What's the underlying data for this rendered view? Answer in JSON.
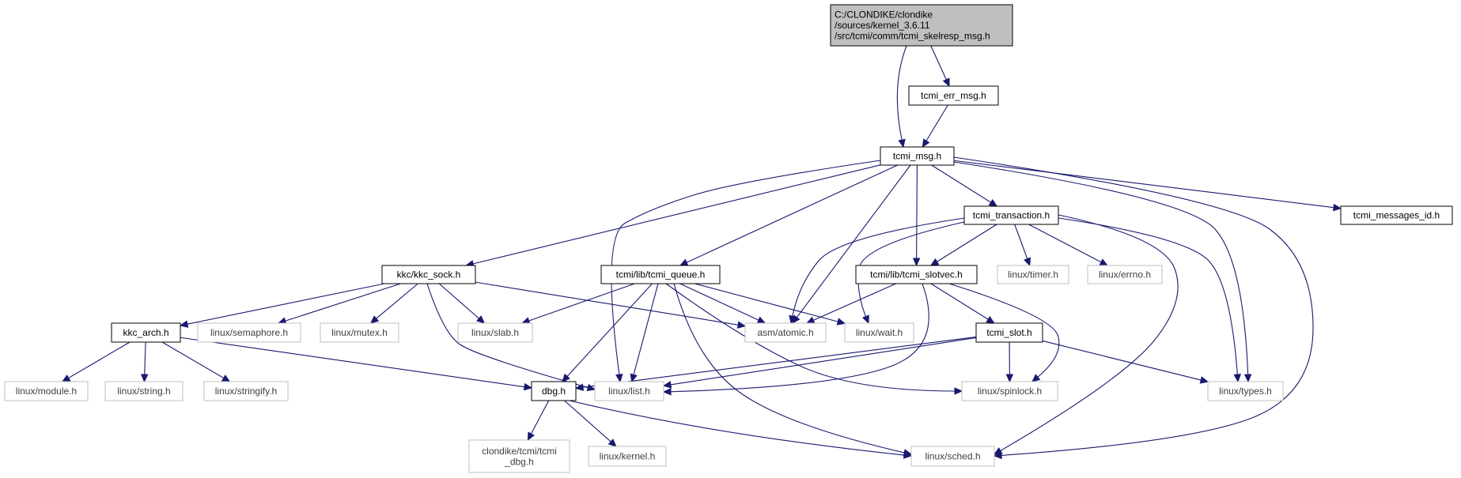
{
  "graph": {
    "colors": {
      "edge": "#191970",
      "documented_border": "#000000",
      "external_border": "#bfbfbf",
      "root_fill": "#bfbfbf",
      "external_text": "#404040"
    },
    "nodes": [
      {
        "id": "root",
        "kind": "root",
        "lines": [
          "C:/CLONDIKE/clondike",
          "/sources/kernel_3.6.11",
          "/src/tcmi/comm/tcmi_skelresp_msg.h"
        ]
      },
      {
        "id": "tcmi_err_msg",
        "kind": "doc",
        "lines": [
          "tcmi_err_msg.h"
        ]
      },
      {
        "id": "tcmi_msg",
        "kind": "doc",
        "lines": [
          "tcmi_msg.h"
        ]
      },
      {
        "id": "tcmi_transaction",
        "kind": "doc",
        "lines": [
          "tcmi_transaction.h"
        ]
      },
      {
        "id": "tcmi_messages_id",
        "kind": "doc",
        "lines": [
          "tcmi_messages_id.h"
        ]
      },
      {
        "id": "kkc_sock",
        "kind": "doc",
        "lines": [
          "kkc/kkc_sock.h"
        ]
      },
      {
        "id": "tcmi_queue",
        "kind": "doc",
        "lines": [
          "tcmi/lib/tcmi_queue.h"
        ]
      },
      {
        "id": "tcmi_slotvec",
        "kind": "doc",
        "lines": [
          "tcmi/lib/tcmi_slotvec.h"
        ]
      },
      {
        "id": "linux_timer",
        "kind": "ext",
        "lines": [
          "linux/timer.h"
        ]
      },
      {
        "id": "linux_errno",
        "kind": "ext",
        "lines": [
          "linux/errno.h"
        ]
      },
      {
        "id": "kkc_arch",
        "kind": "doc",
        "lines": [
          "kkc_arch.h"
        ]
      },
      {
        "id": "linux_semaphore",
        "kind": "ext",
        "lines": [
          "linux/semaphore.h"
        ]
      },
      {
        "id": "linux_mutex",
        "kind": "ext",
        "lines": [
          "linux/mutex.h"
        ]
      },
      {
        "id": "linux_slab",
        "kind": "ext",
        "lines": [
          "linux/slab.h"
        ]
      },
      {
        "id": "asm_atomic",
        "kind": "ext",
        "lines": [
          "asm/atomic.h"
        ]
      },
      {
        "id": "linux_wait",
        "kind": "ext",
        "lines": [
          "linux/wait.h"
        ]
      },
      {
        "id": "tcmi_slot",
        "kind": "doc",
        "lines": [
          "tcmi_slot.h"
        ]
      },
      {
        "id": "linux_module",
        "kind": "ext",
        "lines": [
          "linux/module.h"
        ]
      },
      {
        "id": "linux_string",
        "kind": "ext",
        "lines": [
          "linux/string.h"
        ]
      },
      {
        "id": "linux_stringify",
        "kind": "ext",
        "lines": [
          "linux/stringify.h"
        ]
      },
      {
        "id": "dbg",
        "kind": "doc",
        "lines": [
          "dbg.h"
        ]
      },
      {
        "id": "linux_list",
        "kind": "ext",
        "lines": [
          "linux/list.h"
        ]
      },
      {
        "id": "linux_spinlock",
        "kind": "ext",
        "lines": [
          "linux/spinlock.h"
        ]
      },
      {
        "id": "linux_types",
        "kind": "ext",
        "lines": [
          "linux/types.h"
        ]
      },
      {
        "id": "tcmi_dbg",
        "kind": "ext",
        "lines": [
          "clondike/tcmi/tcmi",
          "_dbg.h"
        ]
      },
      {
        "id": "linux_kernel",
        "kind": "ext",
        "lines": [
          "linux/kernel.h"
        ]
      },
      {
        "id": "linux_sched",
        "kind": "ext",
        "lines": [
          "linux/sched.h"
        ]
      }
    ],
    "edges": [
      [
        "root",
        "tcmi_err_msg"
      ],
      [
        "root",
        "tcmi_msg"
      ],
      [
        "tcmi_err_msg",
        "tcmi_msg"
      ],
      [
        "tcmi_msg",
        "tcmi_transaction"
      ],
      [
        "tcmi_msg",
        "tcmi_messages_id"
      ],
      [
        "tcmi_msg",
        "kkc_sock"
      ],
      [
        "tcmi_msg",
        "tcmi_queue"
      ],
      [
        "tcmi_msg",
        "tcmi_slotvec"
      ],
      [
        "tcmi_msg",
        "asm_atomic"
      ],
      [
        "tcmi_msg",
        "linux_list"
      ],
      [
        "tcmi_msg",
        "linux_types"
      ],
      [
        "tcmi_msg",
        "linux_sched"
      ],
      [
        "tcmi_transaction",
        "tcmi_slotvec"
      ],
      [
        "tcmi_transaction",
        "linux_timer"
      ],
      [
        "tcmi_transaction",
        "linux_errno"
      ],
      [
        "tcmi_transaction",
        "asm_atomic"
      ],
      [
        "tcmi_transaction",
        "linux_wait"
      ],
      [
        "tcmi_transaction",
        "linux_types"
      ],
      [
        "tcmi_transaction",
        "linux_sched"
      ],
      [
        "kkc_sock",
        "kkc_arch"
      ],
      [
        "kkc_sock",
        "linux_semaphore"
      ],
      [
        "kkc_sock",
        "linux_mutex"
      ],
      [
        "kkc_sock",
        "linux_slab"
      ],
      [
        "kkc_sock",
        "asm_atomic"
      ],
      [
        "kkc_sock",
        "linux_list"
      ],
      [
        "tcmi_queue",
        "linux_slab"
      ],
      [
        "tcmi_queue",
        "asm_atomic"
      ],
      [
        "tcmi_queue",
        "linux_wait"
      ],
      [
        "tcmi_queue",
        "dbg"
      ],
      [
        "tcmi_queue",
        "linux_list"
      ],
      [
        "tcmi_queue",
        "linux_spinlock"
      ],
      [
        "tcmi_queue",
        "linux_sched"
      ],
      [
        "tcmi_slotvec",
        "asm_atomic"
      ],
      [
        "tcmi_slotvec",
        "tcmi_slot"
      ],
      [
        "tcmi_slotvec",
        "linux_list"
      ],
      [
        "tcmi_slotvec",
        "linux_spinlock"
      ],
      [
        "tcmi_slot",
        "dbg"
      ],
      [
        "tcmi_slot",
        "linux_list"
      ],
      [
        "tcmi_slot",
        "linux_spinlock"
      ],
      [
        "tcmi_slot",
        "linux_types"
      ],
      [
        "kkc_arch",
        "linux_module"
      ],
      [
        "kkc_arch",
        "linux_string"
      ],
      [
        "kkc_arch",
        "linux_stringify"
      ],
      [
        "kkc_arch",
        "dbg"
      ],
      [
        "dbg",
        "tcmi_dbg"
      ],
      [
        "dbg",
        "linux_kernel"
      ],
      [
        "dbg",
        "linux_sched"
      ]
    ]
  }
}
